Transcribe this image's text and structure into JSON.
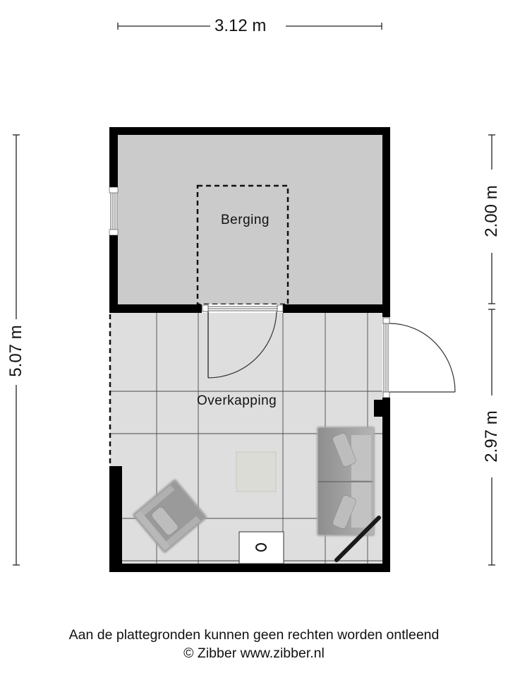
{
  "floorplan": {
    "dimensions": {
      "top_width": "3.12 m",
      "left_height": "5.07 m",
      "right_upper": "2.00 m",
      "right_lower": "2.97 m"
    },
    "rooms": [
      {
        "name": "Berging",
        "fill": "#cbcbcb"
      },
      {
        "name": "Overkapping",
        "fill": "#dedede"
      }
    ],
    "colors": {
      "wall": "#000000",
      "berging_floor": "#cbcbcb",
      "overkapping_floor": "#dedede",
      "tile_line": "#555555",
      "furniture": "#9c9c9c",
      "table": "#dcdcd6"
    },
    "furniture": [
      "sofa",
      "armchair",
      "coffee-table",
      "tv-stand",
      "sink-cabinet"
    ]
  },
  "footer": {
    "disclaimer": "Aan de plattegronden kunnen geen rechten worden ontleend",
    "copyright": "© Zibber www.zibber.nl"
  }
}
